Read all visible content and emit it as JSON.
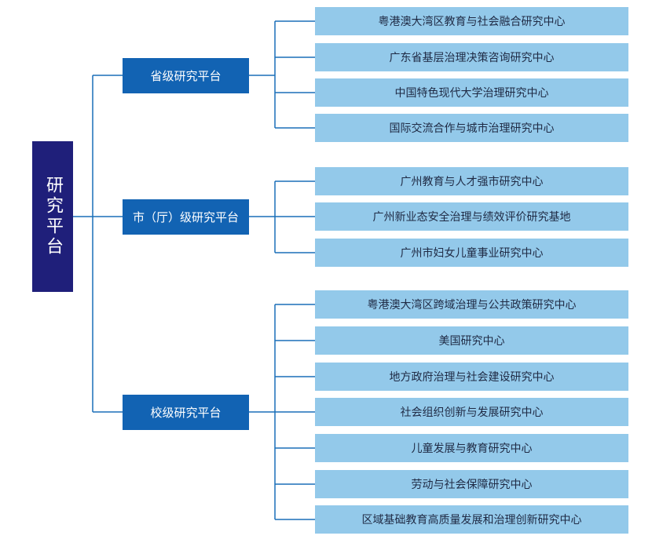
{
  "root": {
    "label": "研究平台"
  },
  "groups": [
    {
      "label": "省级研究平台",
      "items": [
        "粤港澳大湾区教育与社会融合研究中心",
        "广东省基层治理决策咨询研究中心",
        "中国特色现代大学治理研究中心",
        "国际交流合作与城市治理研究中心"
      ]
    },
    {
      "label": "市（厅）级研究平台",
      "items": [
        "广州教育与人才强市研究中心",
        "广州新业态安全治理与绩效评价研究基地",
        "广州市妇女儿童事业研究中心"
      ]
    },
    {
      "label": "校级研究平台",
      "items": [
        "粤港澳大湾区跨域治理与公共政策研究中心",
        "美国研究中心",
        "地方政府治理与社会建设研究中心",
        "社会组织创新与发展研究中心",
        "儿童发展与教育研究中心",
        "劳动与社会保障研究中心",
        "区域基础教育高质量发展和治理创新研究中心"
      ]
    }
  ],
  "colors": {
    "root": "#1f1f7a",
    "group": "#1263b3",
    "leaf": "#93c9ea",
    "connector": "#1a6fb8"
  }
}
